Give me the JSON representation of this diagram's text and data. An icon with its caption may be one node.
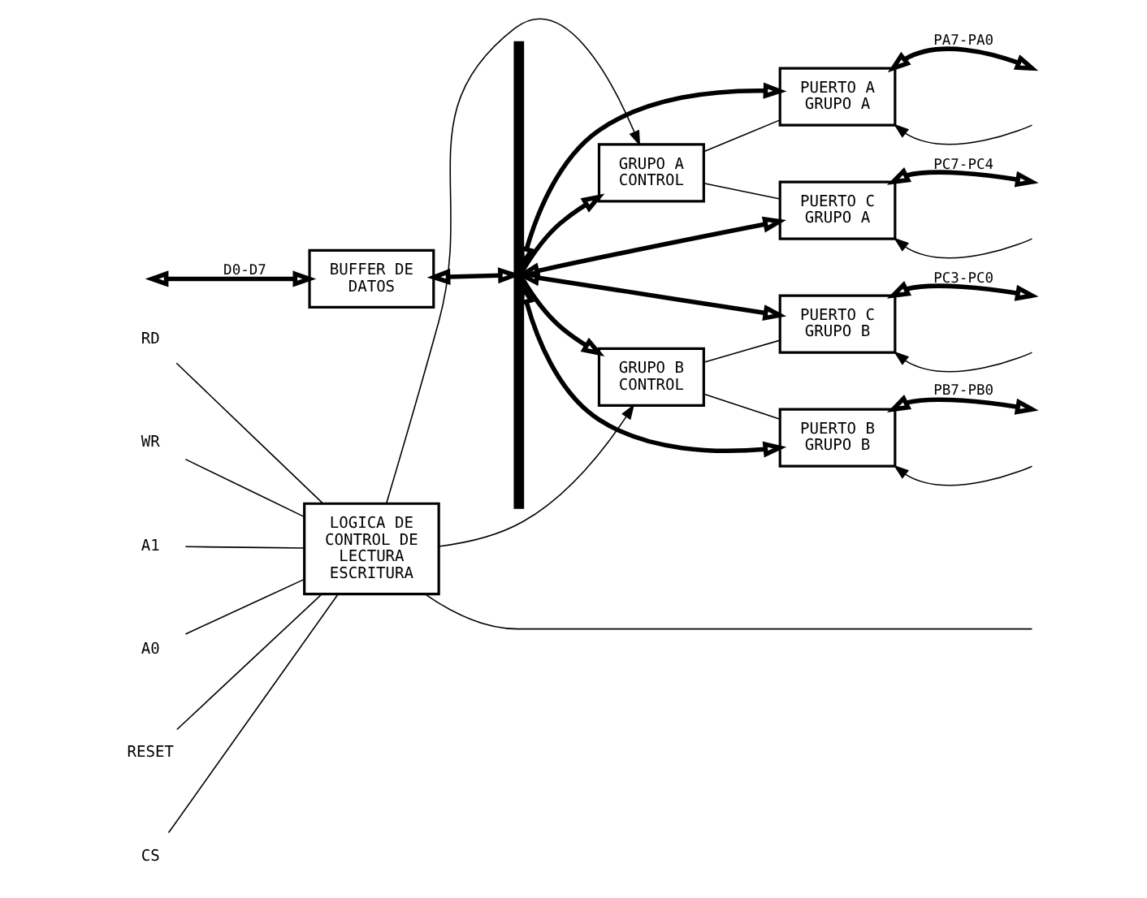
{
  "diagram": {
    "nodes": [
      {
        "text": [
          "GRUPO A CONTROL"
        ]
      },
      {
        "text": [
          "PUERTO A GRUPO A"
        ]
      },
      {
        "text": [
          "PUERTO C GRUPO A"
        ]
      },
      {
        "text": [
          "BUFFER DE DATOS"
        ]
      },
      {
        "text": [
          "PUERTO C GRUPO B"
        ]
      },
      {
        "text": [
          "LOGICA DE CONTROL DE LECTURA ESCRITURA"
        ]
      },
      {
        "text": [
          "GRUPO B CONTROL"
        ]
      },
      {
        "text": [
          "PUERTO B GRUPO B"
        ]
      },
      {
        "text": [],
        "shape": "bar"
      },
      {
        "text": [
          "RD"
        ]
      },
      {
        "text": [
          "WR"
        ]
      },
      {
        "text": [
          "A1"
        ]
      },
      {
        "text": [
          "A0"
        ]
      },
      {
        "text": [
          "RESET"
        ]
      },
      {
        "text": [
          "CS"
        ]
      }
    ],
    "edges": [
      {
        "from": null,
        "to": 3,
        "arrow": "both",
        "label": "D0-D7",
        "style": "thick"
      },
      {
        "from": 3,
        "to": 8,
        "arrow": "both",
        "style": "thick"
      },
      {
        "from": 8,
        "to": 0,
        "arrow": "to",
        "style": "thick"
      },
      {
        "from": 8,
        "to": 6,
        "arrow": "to",
        "style": "thick"
      },
      {
        "from": 8,
        "to": 1,
        "arrow": "both",
        "style": "thick"
      },
      {
        "from": 8,
        "to": 2,
        "arrow": "both",
        "style": "thick"
      },
      {
        "from": 8,
        "to": 4,
        "arrow": "both",
        "style": "thick"
      },
      {
        "from": 8,
        "to": 7,
        "arrow": "both",
        "style": "thick"
      },
      {
        "from": 5,
        "to": 0,
        "arrow": "to"
      },
      {
        "from": 5,
        "to": 6,
        "arrow": "to"
      },
      {
        "from": 0,
        "to": 1,
        "arrow": "none"
      },
      {
        "from": 0,
        "to": 2,
        "arrow": "none"
      },
      {
        "from": 6,
        "to": 4,
        "arrow": "none"
      },
      {
        "from": 6,
        "to": 7,
        "arrow": "none"
      },
      {
        "from": null,
        "to": 1,
        "arrow": "to"
      },
      {
        "from": null,
        "to": 2,
        "arrow": "to"
      },
      {
        "from": null,
        "to": 4,
        "arrow": "to"
      },
      {
        "from": null,
        "to": 7,
        "arrow": "to"
      },
      {
        "from": 1,
        "to": null,
        "arrow": "both",
        "label": "PA7-PA0",
        "style": "thick"
      },
      {
        "from": 2,
        "to": null,
        "arrow": "both",
        "label": "PC7-PC4",
        "style": "thick"
      },
      {
        "from": 4,
        "to": null,
        "arrow": "both",
        "label": "PC3-PC0",
        "style": "thick"
      },
      {
        "from": 7,
        "to": null,
        "arrow": "both",
        "label": "PB7-PB0",
        "style": "thick"
      },
      {
        "from": 5,
        "to": null,
        "arrow": "none"
      },
      {
        "from": 9,
        "to": 5,
        "arrow": "none"
      },
      {
        "from": 10,
        "to": 5,
        "arrow": "none"
      },
      {
        "from": 11,
        "to": 5,
        "arrow": "none"
      },
      {
        "from": 12,
        "to": 5,
        "arrow": "none"
      },
      {
        "from": 13,
        "to": 5,
        "arrow": "none"
      },
      {
        "from": 14,
        "to": 5,
        "arrow": "none"
      }
    ]
  }
}
